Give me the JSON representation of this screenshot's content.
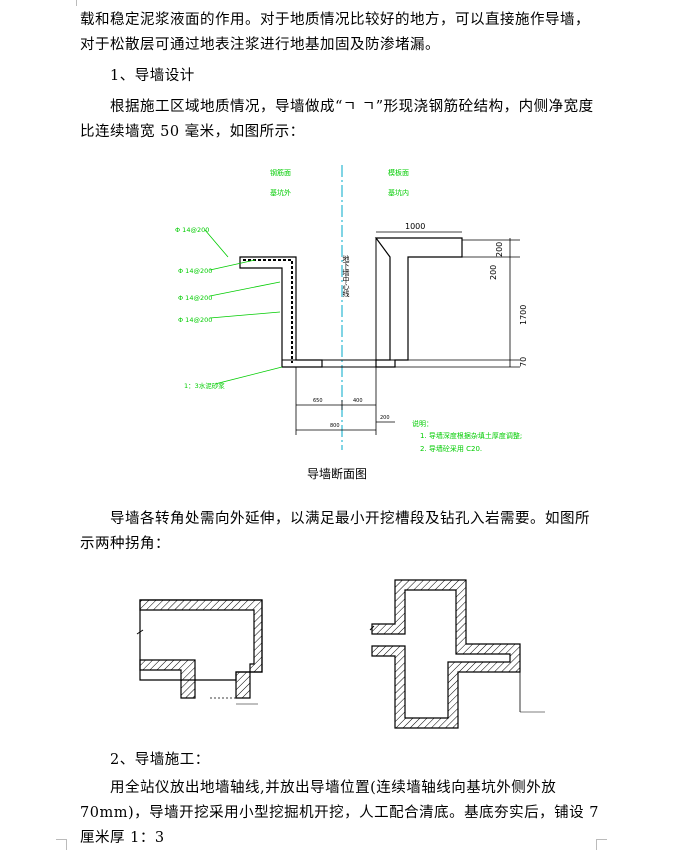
{
  "paragraphs": {
    "p1": "载和稳定泥浆液面的作用。对于地质情况比较好的地方，可以直接施作导墙，对于松散层可通过地表注浆进行地基加固及防渗堵漏。",
    "h1": "1、导墙设计",
    "p2": "根据施工区域地质情况，导墙做成“ㄱ ㄱ”形现浇钢筋砼结构，内侧净宽度比连续墙宽 50 毫米，如图所示：",
    "p3": "导墙各转角处需向外延伸，以满足最小开挖槽段及钻孔入岩需要。如图所示两种拐角：",
    "h2": "2、导墙施工：",
    "p4": "用全站仪放出地墙轴线,并放出导墙位置(连续墙轴线向基坑外侧外放 70mm)，导墙开挖采用小型挖掘机开挖，人工配合清底。基底夯实后，铺设 7 厘米厚 1：3"
  },
  "figure1": {
    "caption": "导墙断面图",
    "left_label_1": "钢筋面",
    "left_label_2": "基坑外",
    "right_label_1": "模板面",
    "right_label_2": "基坑内",
    "center_label": "地下墙中心线",
    "rebar_1": "Φ 14@200",
    "rebar_2": "Φ 14@200",
    "rebar_3": "Φ 14@200",
    "rebar_4": "Φ 14@200",
    "mortar": "1：3水泥砂浆",
    "dim_top": "1000",
    "dim_200a": "200",
    "dim_200b": "200",
    "dim_1700": "1700",
    "dim_70": "70",
    "dim_bottom_a": "650",
    "dim_bottom_b": "400",
    "dim_bottom_total": "800",
    "dim_small": "200",
    "notes_title": "说明：",
    "note_1": "1. 导墙深度根据杂填土厚度调整;",
    "note_2": "2. 导墙砼采用 C20."
  },
  "colors": {
    "text": "#000000",
    "annotation_green": "#00cc00",
    "centerline_cyan": "#00a8c8"
  }
}
